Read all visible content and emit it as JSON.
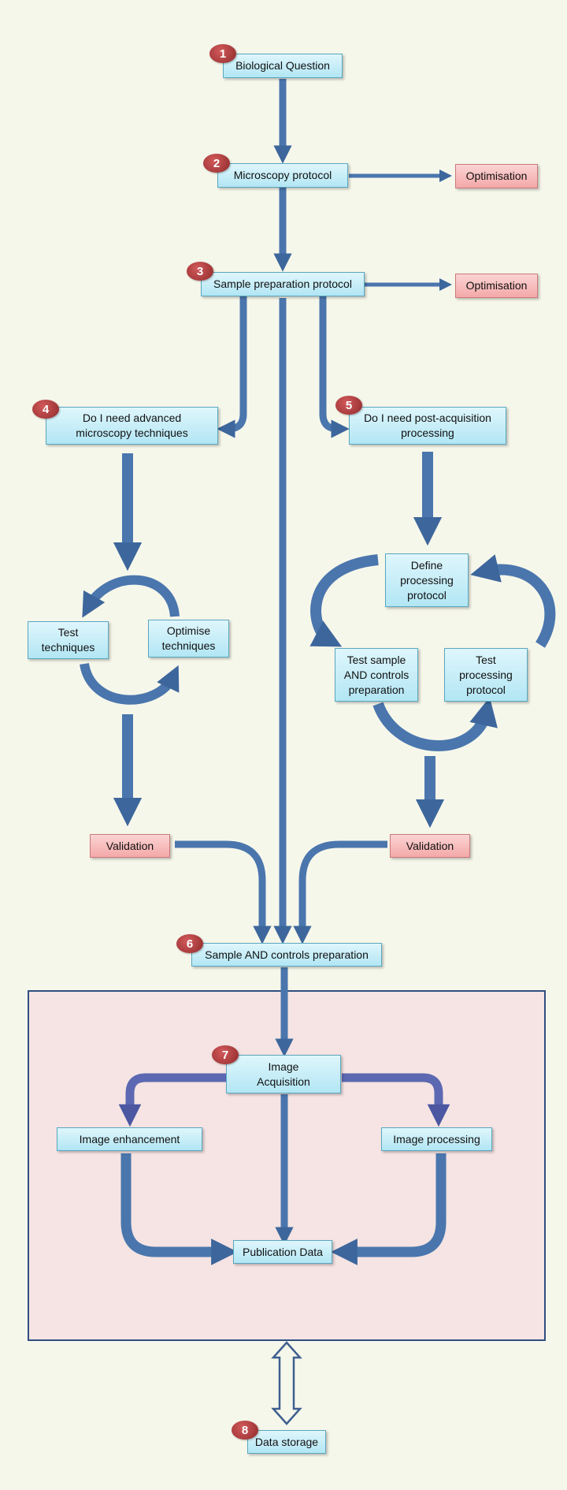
{
  "nodes": {
    "biological_question": "Biological Question",
    "microscopy_protocol": "Microscopy protocol",
    "optimisation_1": "Optimisation",
    "sample_prep_protocol": "Sample preparation protocol",
    "optimisation_2": "Optimisation",
    "advanced_microscopy": "Do I need advanced\nmicroscopy techniques",
    "post_acquisition": "Do I need post-acquisition\nprocessing",
    "test_techniques": "Test\ntechniques",
    "optimise_techniques": "Optimise\ntechniques",
    "define_processing": "Define\nprocessing\nprotocol",
    "test_sample_controls": "Test sample\nAND controls\npreparation",
    "test_processing": "Test\nprocessing\nprotocol",
    "validation_left": "Validation",
    "validation_right": "Validation",
    "sample_controls_prep": "Sample AND controls preparation",
    "image_acquisition": "Image\nAcquisition",
    "image_enhancement": "Image enhancement",
    "image_processing": "Image processing",
    "publication_data": "Publication Data",
    "data_storage": "Data storage"
  },
  "badges": [
    "1",
    "2",
    "3",
    "4",
    "5",
    "6",
    "7",
    "8"
  ],
  "colors": {
    "box_fill": "#c6eef8",
    "box_pink": "#f8bcbc",
    "arrow": "#4a76ad",
    "arrow_purple": "#5c68b2",
    "badge": "#a83536",
    "region_fill": "#f5e4e3",
    "background": "#f6f7eb"
  }
}
